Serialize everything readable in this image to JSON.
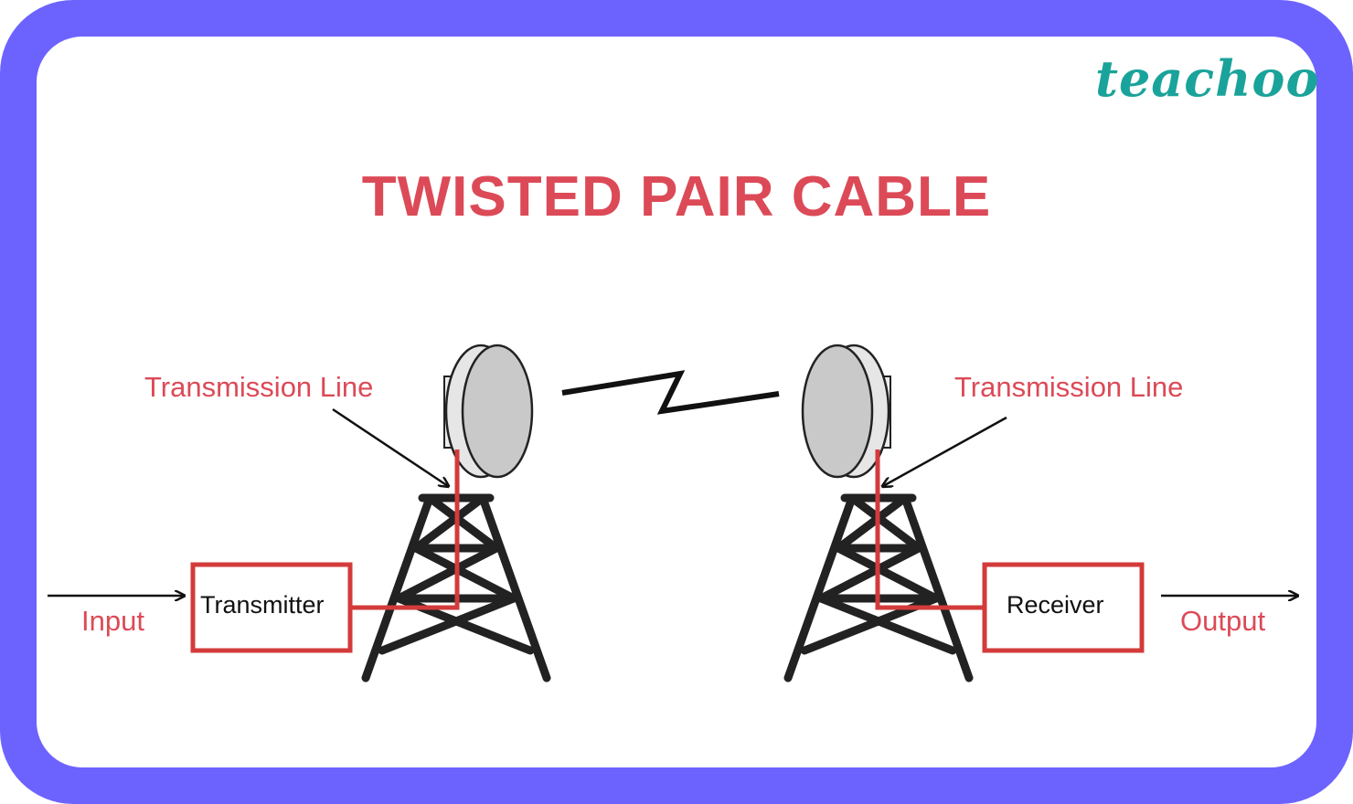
{
  "brand": {
    "logo_text": "teachoo"
  },
  "title": "TWISTED PAIR CABLE",
  "labels": {
    "transmission_line_left": "Transmission Line",
    "transmission_line_right": "Transmission Line",
    "input": "Input",
    "output": "Output",
    "transmitter": "Transmitter",
    "receiver": "Receiver"
  },
  "colors": {
    "frame": "#6c63ff",
    "accent_red": "#dc4a57",
    "brand_teal": "#1aa39a",
    "tower": "#222222"
  }
}
